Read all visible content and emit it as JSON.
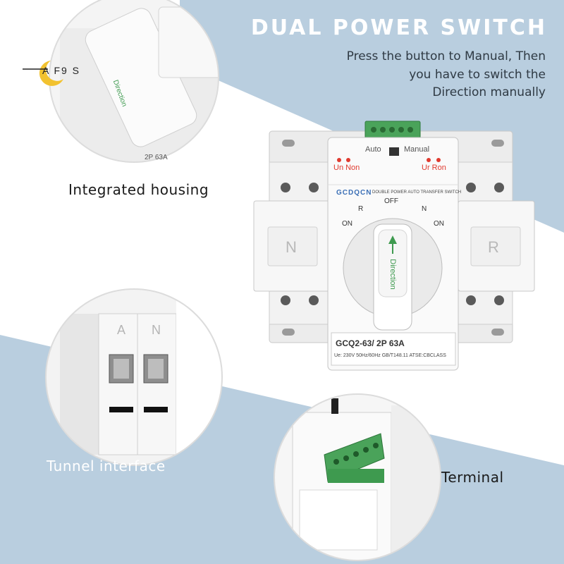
{
  "header": {
    "title": "DUAL POWER SWITCH",
    "description_lines": [
      "Press the button to Manual, Then",
      "you have to switch the",
      "Direction manually"
    ]
  },
  "captions": {
    "housing": "Integrated housing",
    "tunnel": "Tunnel interface",
    "terminal": "Terminal"
  },
  "product": {
    "brand": "GCDQCN",
    "type_label": "DOUBLE POWER AUTO TRANSFER SWITCH",
    "mode_auto": "Auto",
    "mode_manual": "Manual",
    "indicator_left": "Un Non",
    "indicator_right": "Ur Ron",
    "dial_off": "OFF",
    "dial_on": "ON",
    "dial_r": "R",
    "dial_n": "N",
    "knob_label": "Direction",
    "side_left": "N",
    "side_right": "R",
    "model": "GCQ2-63/ 2P 63A",
    "spec": "Ue: 230V 50Hz/60Hz GB/T148.11 ATSE:CBCLASS"
  },
  "detail_housing": {
    "knob_label": "Direction",
    "rating": "2P 63A"
  },
  "detail_tunnel": {
    "left": "A",
    "right": "N"
  },
  "logo": {
    "text": "A F9 S"
  },
  "colors": {
    "blue_band": "#b9cedf",
    "green": "#3e9a4f",
    "header_text": "#ffffff",
    "caption_dark": "#1a1a1a",
    "caption_light": "#ffffff"
  }
}
